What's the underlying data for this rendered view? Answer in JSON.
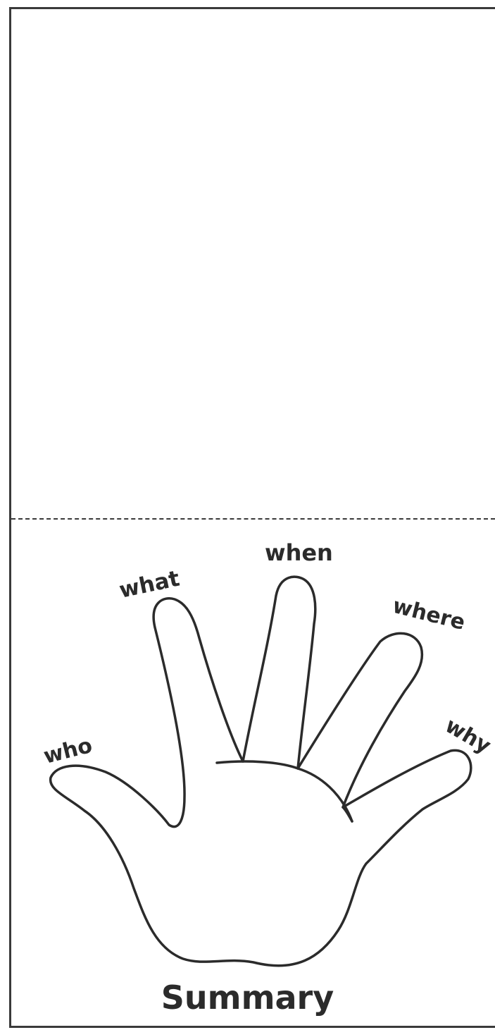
{
  "labels": {
    "who": "who",
    "what": "what",
    "when": "when",
    "where": "where",
    "why": "why"
  },
  "title": "Summary",
  "colors": {
    "ink": "#2b2b2b",
    "border": "#3a3a3a",
    "paper": "#ffffff"
  }
}
